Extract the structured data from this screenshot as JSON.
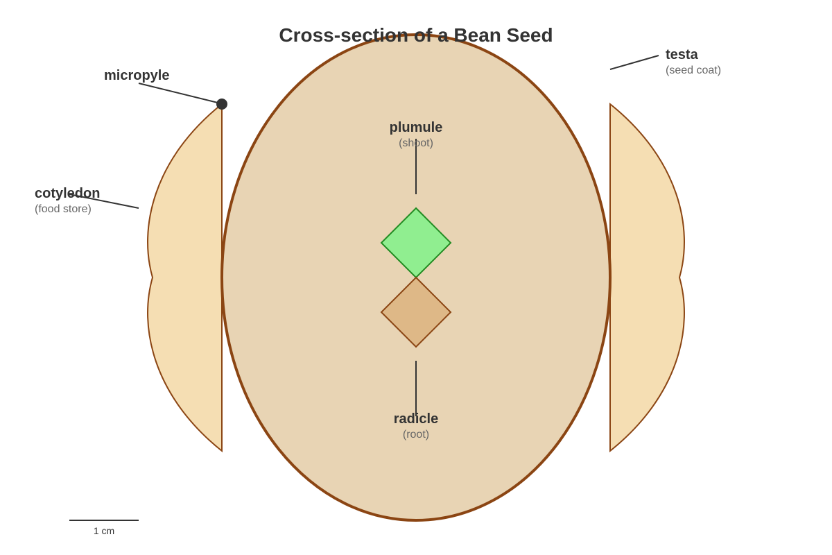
{
  "title": "Cross-section of a Bean Seed",
  "labels": {
    "micropyle": {
      "name": "micropyle"
    },
    "testa": {
      "name": "testa",
      "description": "(seed coat)"
    },
    "cotyledon": {
      "name": "cotyledon",
      "description": "(food store)"
    },
    "plumule": {
      "name": "plumule",
      "description": "(shoot)"
    },
    "radicle": {
      "name": "radicle",
      "description": "(root)"
    }
  },
  "scale_bar": {
    "label": "1 cm"
  },
  "colors": {
    "seed_body_fill": "#e8d4b4",
    "seed_outline": "#8b4513",
    "cotyledon_fill": "#f5deb3",
    "plumule_fill": "#90ee90",
    "plumule_outline": "#228b22",
    "radicle_fill": "#deb887",
    "text_main": "#333333",
    "text_sub": "#666666"
  }
}
